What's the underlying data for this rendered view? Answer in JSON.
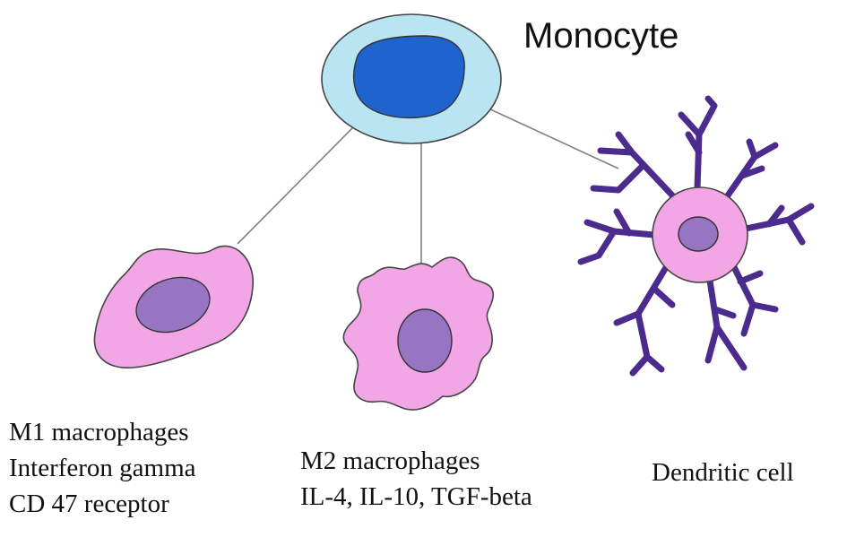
{
  "title": "Monocyte",
  "m1": {
    "name": "M1 macrophages",
    "line2": "Interferon gamma",
    "line3": "CD 47 receptor"
  },
  "m2": {
    "name": "M2 macrophages",
    "line2": "IL-4, IL-10, TGF-beta"
  },
  "dendritic": {
    "name": "Dendritic cell"
  },
  "colors": {
    "monocyte_cytoplasm": "#B9E4F2",
    "monocyte_nucleus": "#1F63CF",
    "macrophage_body": "#F2A6E6",
    "nucleus_purple": "#9775C3",
    "dendrite": "#4B2C8E",
    "connector": "#808080"
  }
}
